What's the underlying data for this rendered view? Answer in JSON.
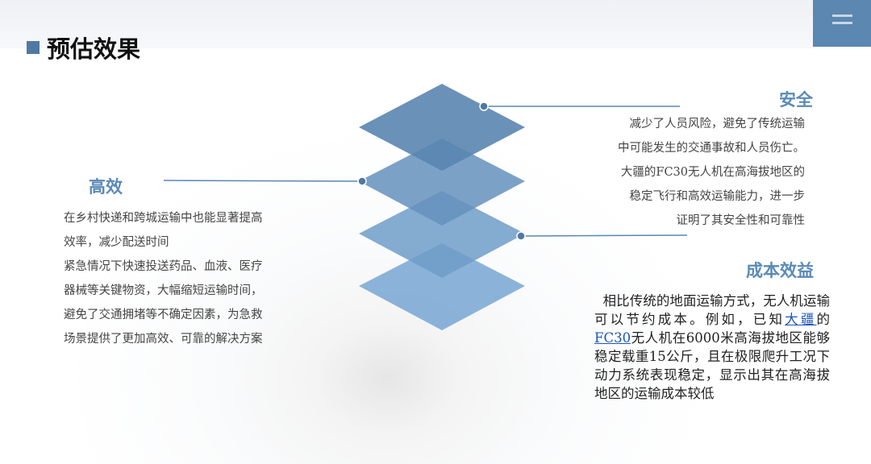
{
  "title": "预估效果",
  "menu_icon": "menu-icon",
  "efficiency": {
    "heading": "高效",
    "lines": [
      "在乡村快递和跨城运输中也能显著提高",
      "效率，减少配送时间",
      "紧急情况下快速投送药品、血液、医疗",
      "器械等关键物资，大幅缩短运输时间，",
      "避免了交通拥堵等不确定因素，为急救",
      "场景提供了更加高效、可靠的解决方案"
    ]
  },
  "safety": {
    "heading": "安全",
    "lines": [
      "减少了人员风险，避免了传统运输",
      "中可能发生的交通事故和人员伤亡。",
      "大疆的FC30无人机在高海拔地区的",
      "稳定飞行和高效运输能力，进一步",
      "证明了其安全性和可靠性"
    ]
  },
  "cost": {
    "heading": "成本效益",
    "text_a": "相比传统的地面运输方式，无人机运输可以节约成本。例如，已知",
    "link1": "大疆",
    "text_b": "的",
    "link2": "FC30",
    "text_c": "无人机在6000米高海拔地区能够稳定载重15公斤，且在极限爬升工况下动力系统表现稳定，显示出其在高海拔地区的运输成本较低"
  },
  "colors": {
    "accent": "#5b87b0",
    "heading": "#5a8ab8"
  }
}
